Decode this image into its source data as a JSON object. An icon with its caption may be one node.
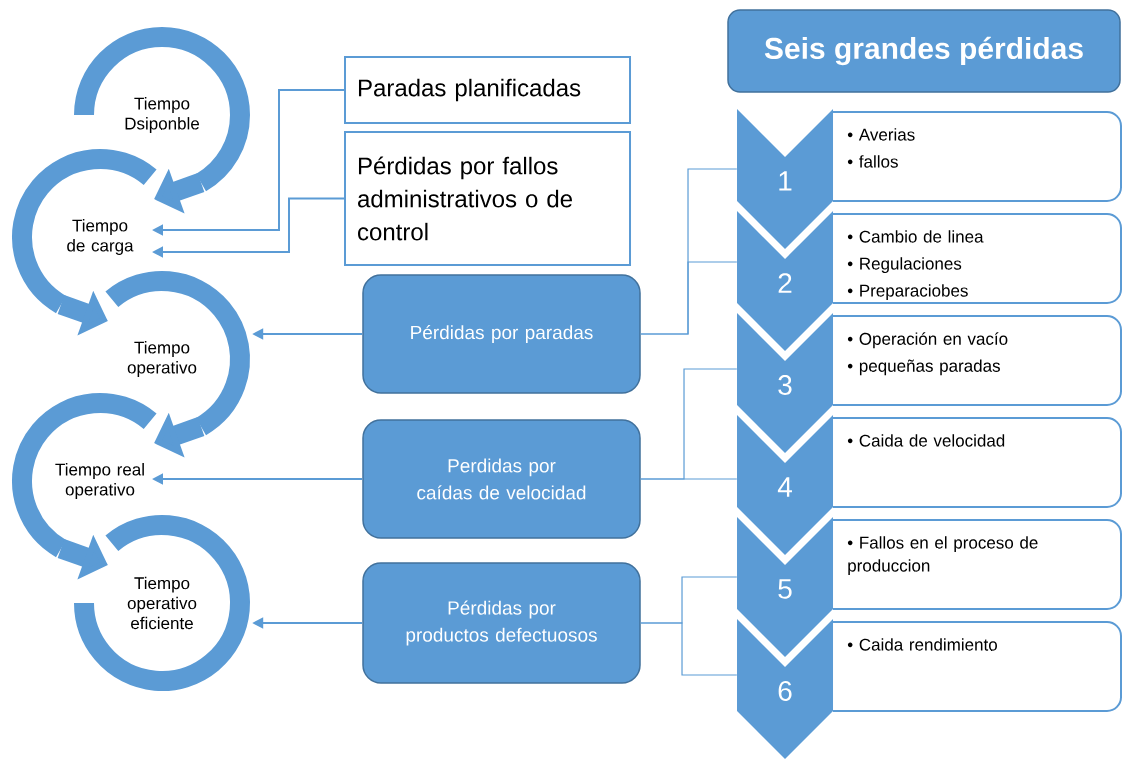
{
  "diagram": {
    "nodes": [
      {
        "text": [
          "Tiempo Dsiponble"
        ]
      },
      {
        "text": [
          "Tiempo de carga"
        ]
      },
      {
        "text": [
          "Tiempo operativo"
        ]
      },
      {
        "text": [
          "Tiempo real operativo"
        ]
      },
      {
        "text": [
          "Tiempo operativo eficiente"
        ]
      },
      {
        "text": [
          "Paradas planificadas"
        ]
      },
      {
        "text": [
          "Pérdidas por fallos administrativos o de control"
        ]
      },
      {
        "text": [
          "Pérdidas por paradas"
        ]
      },
      {
        "text": [
          "Perdidas por caídas de velocidad"
        ]
      },
      {
        "text": [
          "Pérdidas por productos defectuosos"
        ]
      },
      {
        "text": [
          "Seis grandes pérdidas"
        ]
      },
      {
        "text": [
          "1"
        ]
      },
      {
        "text": [
          "2"
        ]
      },
      {
        "text": [
          "3"
        ]
      },
      {
        "text": [
          "4"
        ]
      },
      {
        "text": [
          "5"
        ]
      },
      {
        "text": [
          "6"
        ]
      },
      {
        "text": [
          "• Averias",
          "• fallos"
        ]
      },
      {
        "text": [
          "• Cambio de linea",
          "• Regulaciones",
          "• Preparaciobes"
        ]
      },
      {
        "text": [
          "• Operación en vacío",
          "• pequeñas paradas"
        ]
      },
      {
        "text": [
          "• Caida de velocidad"
        ]
      },
      {
        "text": [
          "• Fallos en el proceso de produccion"
        ]
      },
      {
        "text": [
          "• Caida rendimiento"
        ]
      }
    ],
    "edges": [
      {
        "from": 0,
        "to": 1,
        "arrow": "to",
        "style": "thick"
      },
      {
        "from": 1,
        "to": 2,
        "arrow": "to",
        "style": "thick"
      },
      {
        "from": 2,
        "to": 3,
        "arrow": "to",
        "style": "thick"
      },
      {
        "from": 3,
        "to": 4,
        "arrow": "to",
        "style": "thick"
      },
      {
        "from": 5,
        "to": 1,
        "arrow": "to"
      },
      {
        "from": 6,
        "to": 1,
        "arrow": "to"
      },
      {
        "from": 7,
        "to": 2,
        "arrow": "to"
      },
      {
        "from": 8,
        "to": 3,
        "arrow": "to"
      },
      {
        "from": 9,
        "to": 4,
        "arrow": "to"
      },
      {
        "from": 7,
        "to": 11,
        "arrow": "none"
      },
      {
        "from": 7,
        "to": 12,
        "arrow": "none"
      },
      {
        "from": 8,
        "to": 13,
        "arrow": "none"
      },
      {
        "from": 8,
        "to": 14,
        "arrow": "none"
      },
      {
        "from": 9,
        "to": 15,
        "arrow": "none"
      },
      {
        "from": 9,
        "to": 16,
        "arrow": "none"
      }
    ]
  }
}
